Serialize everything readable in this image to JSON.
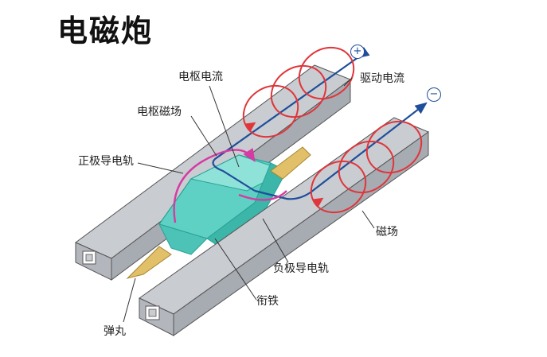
{
  "title": "电磁炮",
  "labels": {
    "armature_current": "电枢电流",
    "drive_current": "驱动电流",
    "armature_field": "电枢磁场",
    "positive_rail": "正极导电轨",
    "magnetic_field": "磁场",
    "negative_rail": "负极导电轨",
    "armature": "衔铁",
    "projectile": "弹丸"
  },
  "signs": {
    "plus": "+",
    "minus": "−"
  },
  "colors": {
    "rail_top": "#c9ccd1",
    "rail_side": "#9a9ea5",
    "rail_front": "#b3b7bd",
    "armature": "#5fd0c4",
    "armature_dark": "#2aa396",
    "projectile": "#e2c06a",
    "current": "#1f4e9a",
    "field": "#e0353a",
    "armature_field": "#d63aa3"
  }
}
